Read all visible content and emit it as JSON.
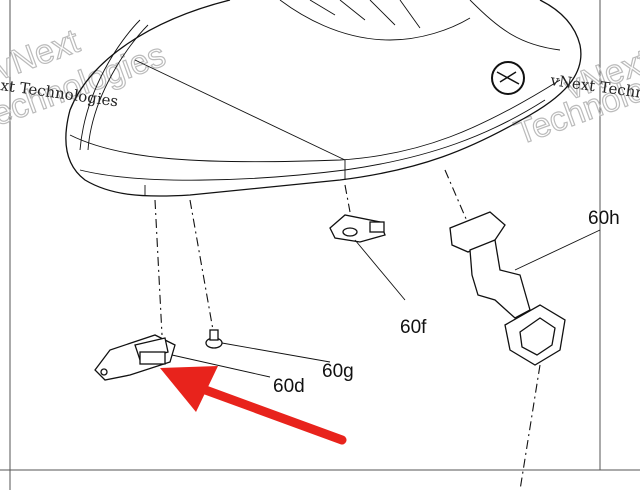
{
  "diagram": {
    "labels": {
      "part_60h": "60h",
      "part_60f": "60f",
      "part_60g": "60g",
      "part_60d": "60d"
    },
    "watermarks": {
      "left_text": "xt Technologies",
      "right_text": "vNext Technologies",
      "outline_left_1": "vNext",
      "outline_left_2": "Technologies",
      "outline_right_1": "vNext",
      "outline_right_2": "Technologies"
    },
    "highlight_arrow_color": "#e8231c"
  }
}
